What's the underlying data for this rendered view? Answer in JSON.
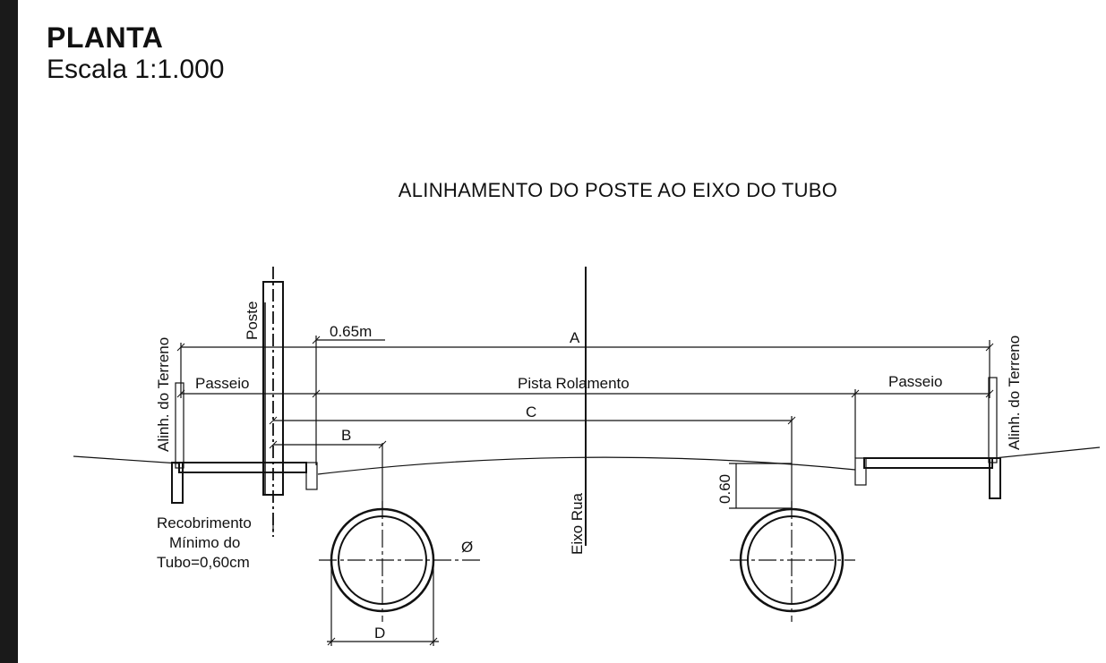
{
  "header": {
    "title": "PLANTA",
    "scale": "Escala 1:1.000"
  },
  "drawing": {
    "title": "ALINHAMENTO DO POSTE AO EIXO DO TUBO",
    "labels": {
      "alinh_left": "Alinh. do Terreno",
      "alinh_right": "Alinh. do Terreno",
      "poste": "Poste",
      "offset": "0.65m",
      "dim_a": "A",
      "passeio_left": "Passeio",
      "pista": "Pista Rolamento",
      "passeio_right": "Passeio",
      "dim_c": "C",
      "dim_b": "B",
      "depth": "0.60",
      "eixo_rua": "Eixo Rua",
      "diameter": "Ø",
      "dim_d": "D",
      "note_line1": "Recobrimento",
      "note_line2": "Mínimo do",
      "note_line3": "Tubo=0,60cm"
    }
  }
}
